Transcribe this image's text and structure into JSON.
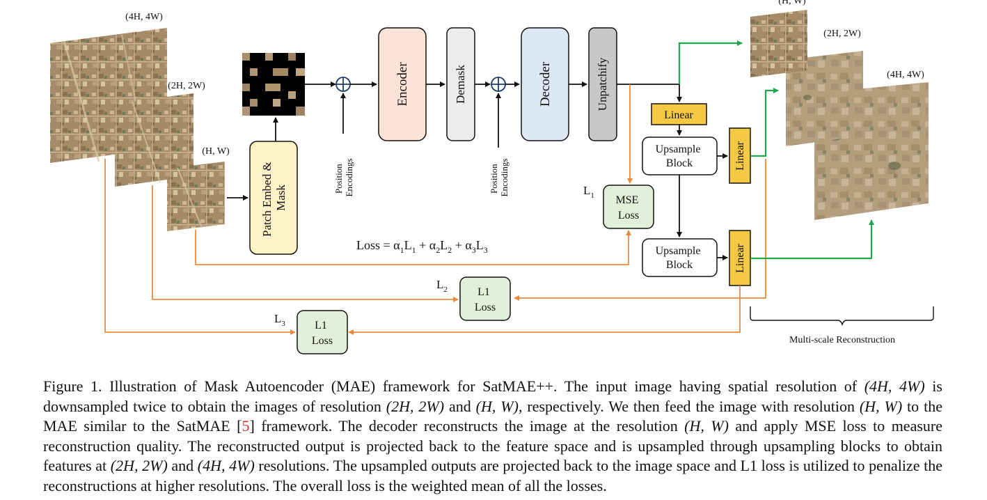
{
  "scales": {
    "input_4h": "(4H, 4W)",
    "input_2h": "(2H, 2W)",
    "input_h": "(H, W)",
    "out_h": "(H, W)",
    "out_2h": "(2H, 2W)",
    "out_4h": "(4H, 4W)"
  },
  "blocks": {
    "patch_embed_line1": "Patch Embed &",
    "patch_embed_line2": "Mask",
    "encoder": "Encoder",
    "demask": "Demask",
    "decoder": "Decoder",
    "unpatchify": "Unpatchify",
    "linear": "Linear",
    "upsample_line1": "Upsample",
    "upsample_line2": "Block",
    "mse_line1": "MSE",
    "mse_line2": "Loss",
    "l1_line1": "L1",
    "l1_line2": "Loss"
  },
  "position_encodings": {
    "line1": "Position",
    "line2": "Encodings"
  },
  "loss_labels": {
    "l1": "L",
    "l1_sub": "1",
    "l2": "L",
    "l2_sub": "2",
    "l3": "L",
    "l3_sub": "3"
  },
  "loss_formula": {
    "p0": "Loss = α",
    "s1": "1",
    "p1": "L",
    "s2": "1",
    "p2": " + α",
    "s3": "2",
    "p3": "L",
    "s4": "2",
    "p4": " + α",
    "s5": "3",
    "p5": "L",
    "s6": "3"
  },
  "multi_scale_label": "Multi-scale Reconstruction",
  "caption": {
    "fig_label": "Figure 1.",
    "t1": " Illustration of Mask Autoencoder (MAE) framework for SatMAE++. The input image having spatial resolution of ",
    "m1": "(4H, 4W)",
    "t2": " is downsampled twice to obtain the images of resolution ",
    "m2": "(2H, 2W)",
    "t3": " and ",
    "m3": "(H, W)",
    "t4": ", respectively. We then feed the image with resolution ",
    "m4": "(H, W)",
    "t5": " to the MAE similar to the SatMAE [",
    "ref": "5",
    "t6": "] framework. The decoder reconstructs the image at the resolution ",
    "m5": "(H, W)",
    "t7": " and apply MSE loss to measure reconstruction quality. The reconstructed output is projected back to the feature space and is upsampled through upsampling blocks to obtain features at ",
    "m6": "(2H, 2W)",
    "t8": " and ",
    "m7": "(4H, 4W)",
    "t9": " resolutions. The upsampled outputs are projected back to the image space and L1 loss is utilized to penalize the reconstructions at higher resolutions. The overall loss is the weighted mean of all the losses."
  },
  "colors": {
    "patch_embed_fill": "#fdf2c8",
    "encoder_fill": "#fbe3d7",
    "demask_fill": "#ececec",
    "decoder_fill": "#dde9f6",
    "unpatchify_fill": "#c8c8c8",
    "linear_fill": "#f6c944",
    "loss_fill": "#e3f0d9",
    "orange_arrow": "#ec8a3c",
    "green_arrow": "#1ea84a",
    "ref_color": "#d0312d"
  }
}
